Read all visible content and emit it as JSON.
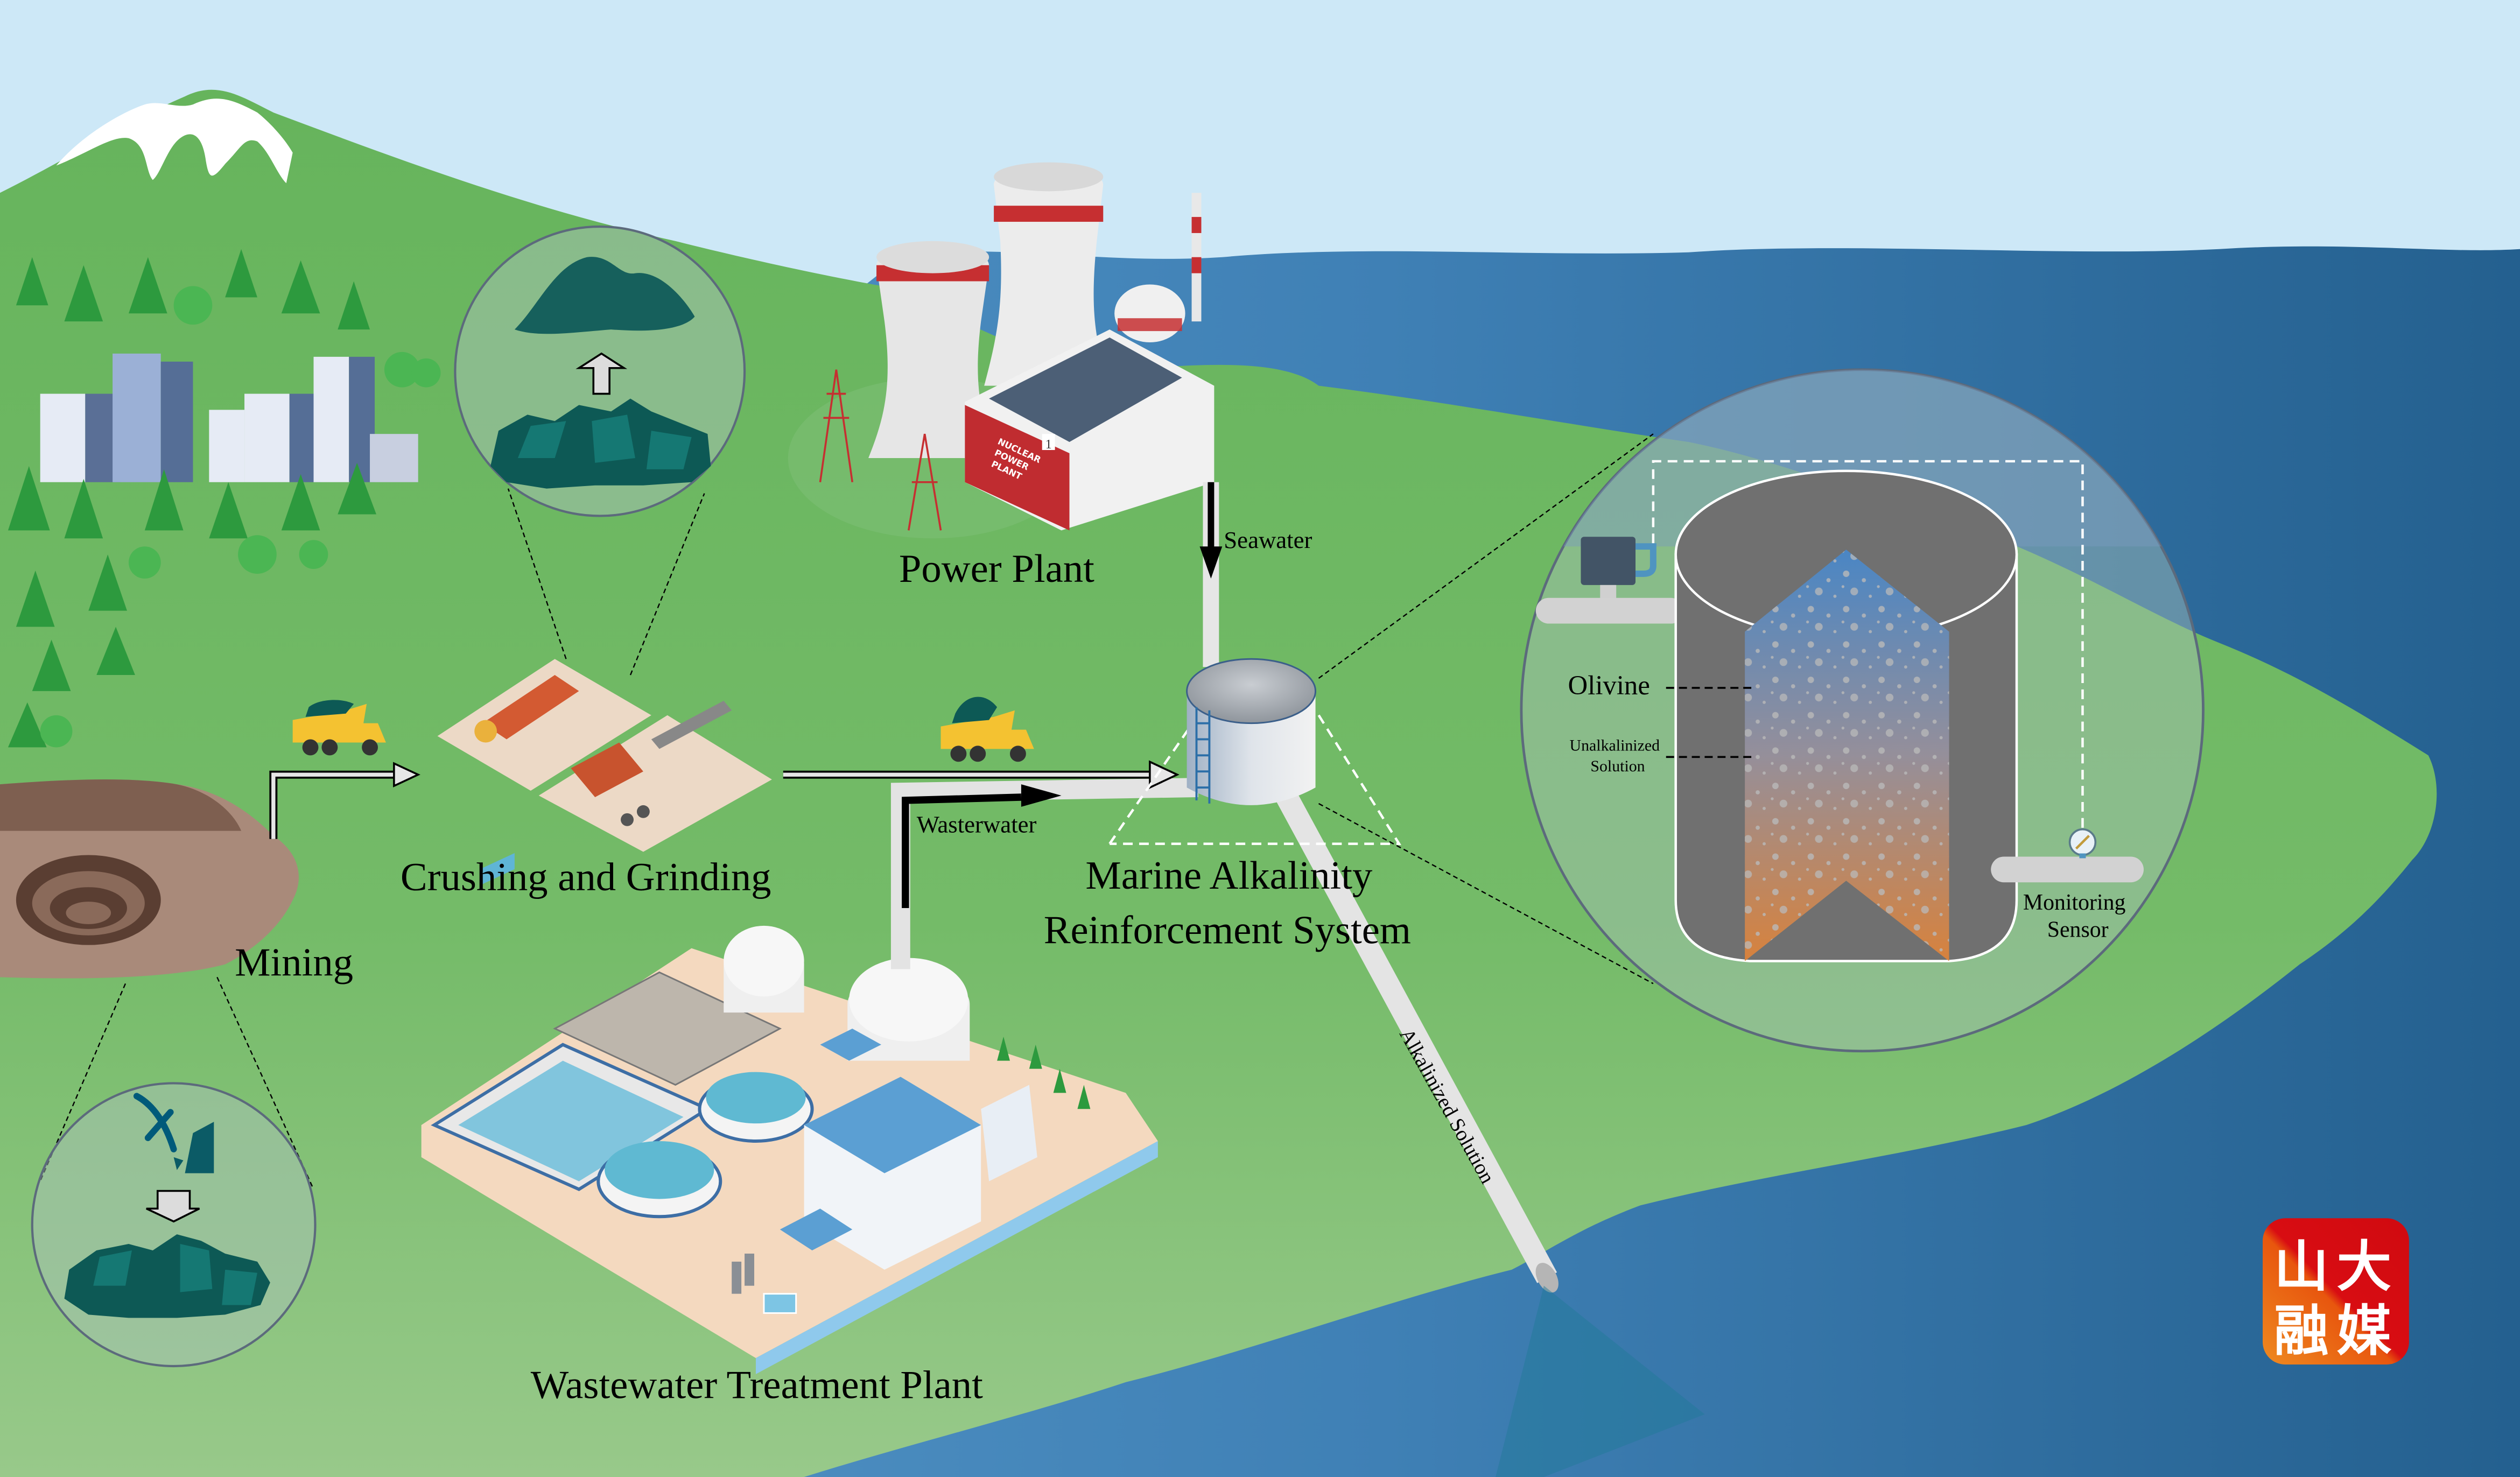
{
  "labels": {
    "power_plant": "Power Plant",
    "crushing": "Crushing and Grinding",
    "mining": "Mining",
    "marss_line1": "Marine Alkalinity",
    "marss_line2": "Reinforcement System",
    "wwtp": "Wastewater Treatment Plant",
    "seawater": "Seawater",
    "wastewater_flow": "Wasterwater",
    "alkalized": "Alkalinized Solution",
    "olivine": "Olivine",
    "unalk_line1": "Unalkalinized",
    "unalk_line2": "Solution",
    "sensor_line1": "Monitoring",
    "sensor_line2": "Sensor",
    "plant_sign_1": "NUCLEAR",
    "plant_sign_2": "POWER",
    "plant_sign_3": "PLANT",
    "plant_unit": "1"
  },
  "watermark": {
    "chars": [
      "山",
      "大",
      "融",
      "媒"
    ]
  },
  "colors": {
    "sky": "#cde8f7",
    "land": "#6cb862",
    "land_light": "#8ec97f",
    "sea_light": "#4f93c4",
    "sea_dark": "#25608f",
    "olivine": "#0c5f5a",
    "tank_gray": "#707070",
    "solution_top": "#4a86c4",
    "solution_bottom": "#d7823d",
    "watermark_red": "#d80d12",
    "watermark_orange": "#ea6a12"
  }
}
